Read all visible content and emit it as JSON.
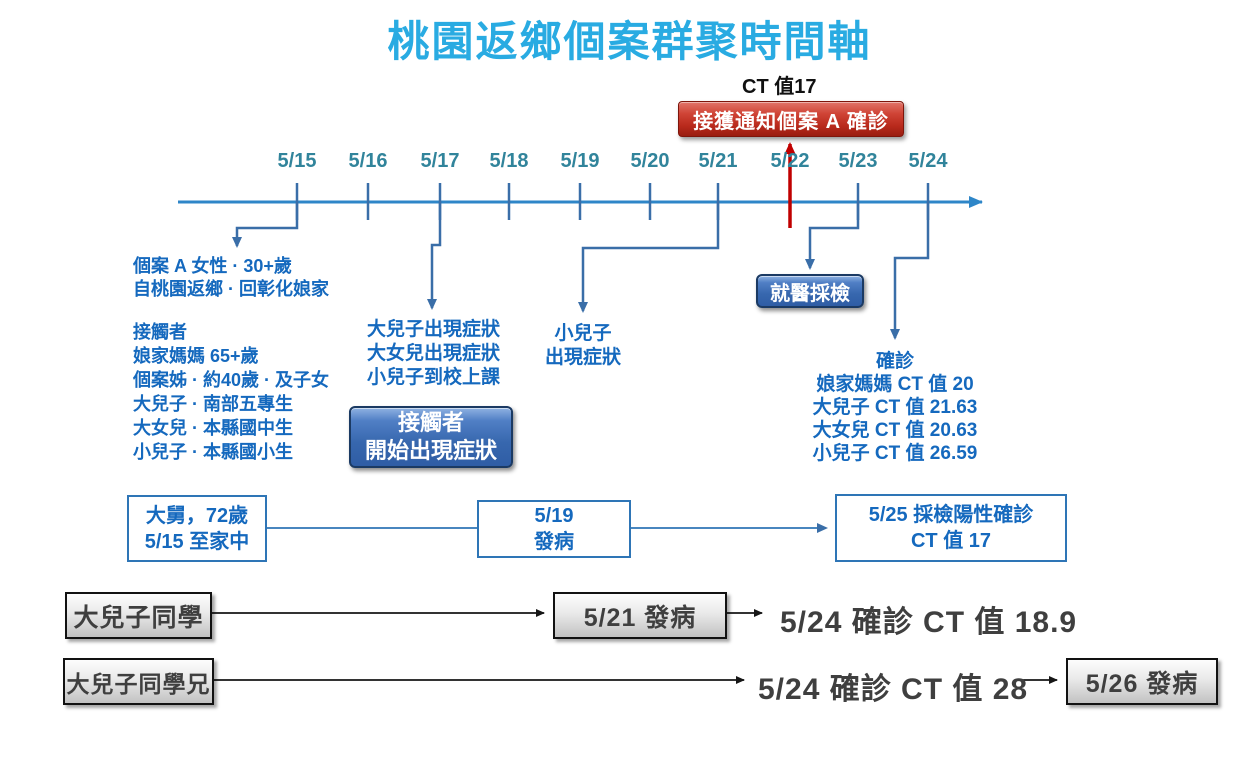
{
  "title": "桃園返鄉個案群聚時間軸",
  "colors": {
    "title": "#29ABE2",
    "date_label": "#31849B",
    "axis_blue": "#2E86C8",
    "connector_blue": "#3A6EA8",
    "text_blue": "#1569BE",
    "alert_red": "#C00000",
    "red_box_fill": "#B92A1C",
    "blue_box_fill": "#3767AE",
    "gray_box_text": "#3F3F3F"
  },
  "timeline": {
    "dates": [
      "5/15",
      "5/16",
      "5/17",
      "5/18",
      "5/19",
      "5/20",
      "5/21",
      "5/22",
      "5/23",
      "5/24"
    ],
    "ct_top_label": "CT 值17",
    "notify_box": "接獲通知個案 A 確診",
    "case_info": [
      "個案 A 女性 · 30+歲",
      "自桃園返鄉 · 回彰化娘家"
    ],
    "contacts": [
      "接觸者",
      "娘家媽媽 65+歲",
      "個案姊 · 約40歲 · 及子女",
      "大兒子 · 南部五專生",
      "大女兒 · 本縣國中生",
      "小兒子 · 本縣國小生"
    ],
    "symptoms_517": [
      "大兒子出現症狀",
      "大女兒出現症狀",
      "小兒子到校上課"
    ],
    "contact_onset_box": [
      "接觸者",
      "開始出現症狀"
    ],
    "symptoms_519": [
      "小兒子",
      "出現症狀"
    ],
    "medical_box": "就醫採檢",
    "confirmed": [
      "確診",
      "娘家媽媽 CT 值 20",
      "大兒子 CT 值 21.63",
      "大女兒 CT 值 20.63",
      "小兒子 CT 值 26.59"
    ]
  },
  "uncle_row": {
    "box1": [
      "大舅，72歲",
      "5/15 至家中"
    ],
    "box2": [
      "5/19",
      "發病"
    ],
    "box3": [
      "5/25 採檢陽性確診",
      "CT 值 17"
    ]
  },
  "classmate_row": {
    "box1": "大兒子同學",
    "box2": "5/21 發病",
    "result": "5/24 確診 CT 值 18.9"
  },
  "classmate_brother_row": {
    "box1": "大兒子同學兄",
    "result": "5/24 確診 CT 值 28",
    "box2": "5/26 發病"
  }
}
